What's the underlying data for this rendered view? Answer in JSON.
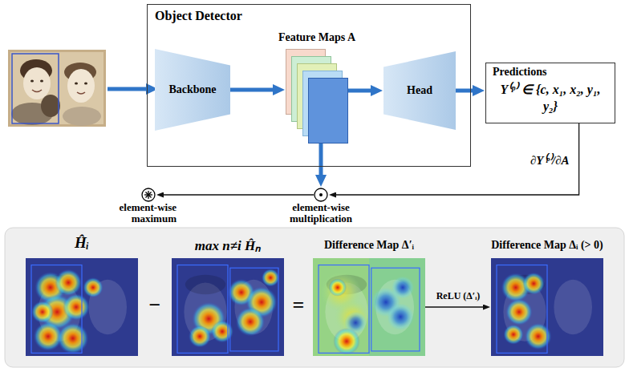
{
  "diagram": {
    "nodes": [
      {
        "text": [
          "Object Detector"
        ]
      },
      {
        "text": [
          "Backbone"
        ],
        "in": 0
      },
      {
        "text": [
          "Feature Maps A"
        ],
        "in": 0
      },
      {
        "text": [
          "Head"
        ],
        "in": 0
      },
      {
        "text": [
          "Predictions",
          "Y⁽ᵖ⁾ ∈ {c, x₁, x₂, y₁, y₂}"
        ]
      },
      {
        "text": [
          "element-wise maximum"
        ]
      },
      {
        "text": [
          "element-wise multiplication"
        ]
      },
      {
        "text": [
          "Ĥᵢ"
        ]
      },
      {
        "text": [
          "max n≠i Ĥₙ"
        ]
      },
      {
        "text": [
          "Difference Map Δ′ᵢ"
        ]
      },
      {
        "text": [
          "Difference Map Δᵢ (> 0)"
        ]
      }
    ],
    "edges": [
      {
        "from": 1,
        "to": 2,
        "arrow": "to"
      },
      {
        "from": 2,
        "to": 3,
        "arrow": "to"
      },
      {
        "from": 3,
        "to": 4,
        "arrow": "to"
      },
      {
        "from": 2,
        "to": 6,
        "arrow": "to"
      },
      {
        "from": 4,
        "to": 6,
        "arrow": "to",
        "label": "∂Y⁽ᵖ⁾/∂A"
      },
      {
        "from": 6,
        "to": 5,
        "arrow": "to"
      },
      {
        "from": 9,
        "to": 10,
        "arrow": "to",
        "label": "ReLU (Δ′ᵢ)"
      }
    ],
    "labels": [
      "−",
      "="
    ]
  }
}
